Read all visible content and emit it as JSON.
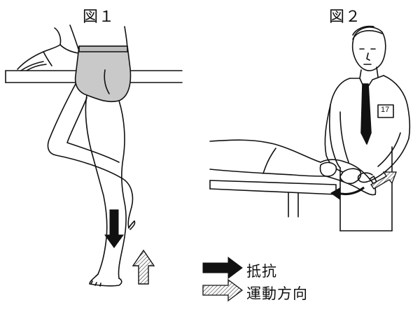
{
  "figure1": {
    "title": "図１"
  },
  "figure2": {
    "title": "図２",
    "badge": "17"
  },
  "legend": {
    "resistance": {
      "label": "抵抗",
      "icon": "solid-arrow-icon",
      "color": "#111111"
    },
    "motion": {
      "label": "運動方向",
      "icon": "hatched-arrow-icon",
      "color": "#ffffff"
    }
  }
}
